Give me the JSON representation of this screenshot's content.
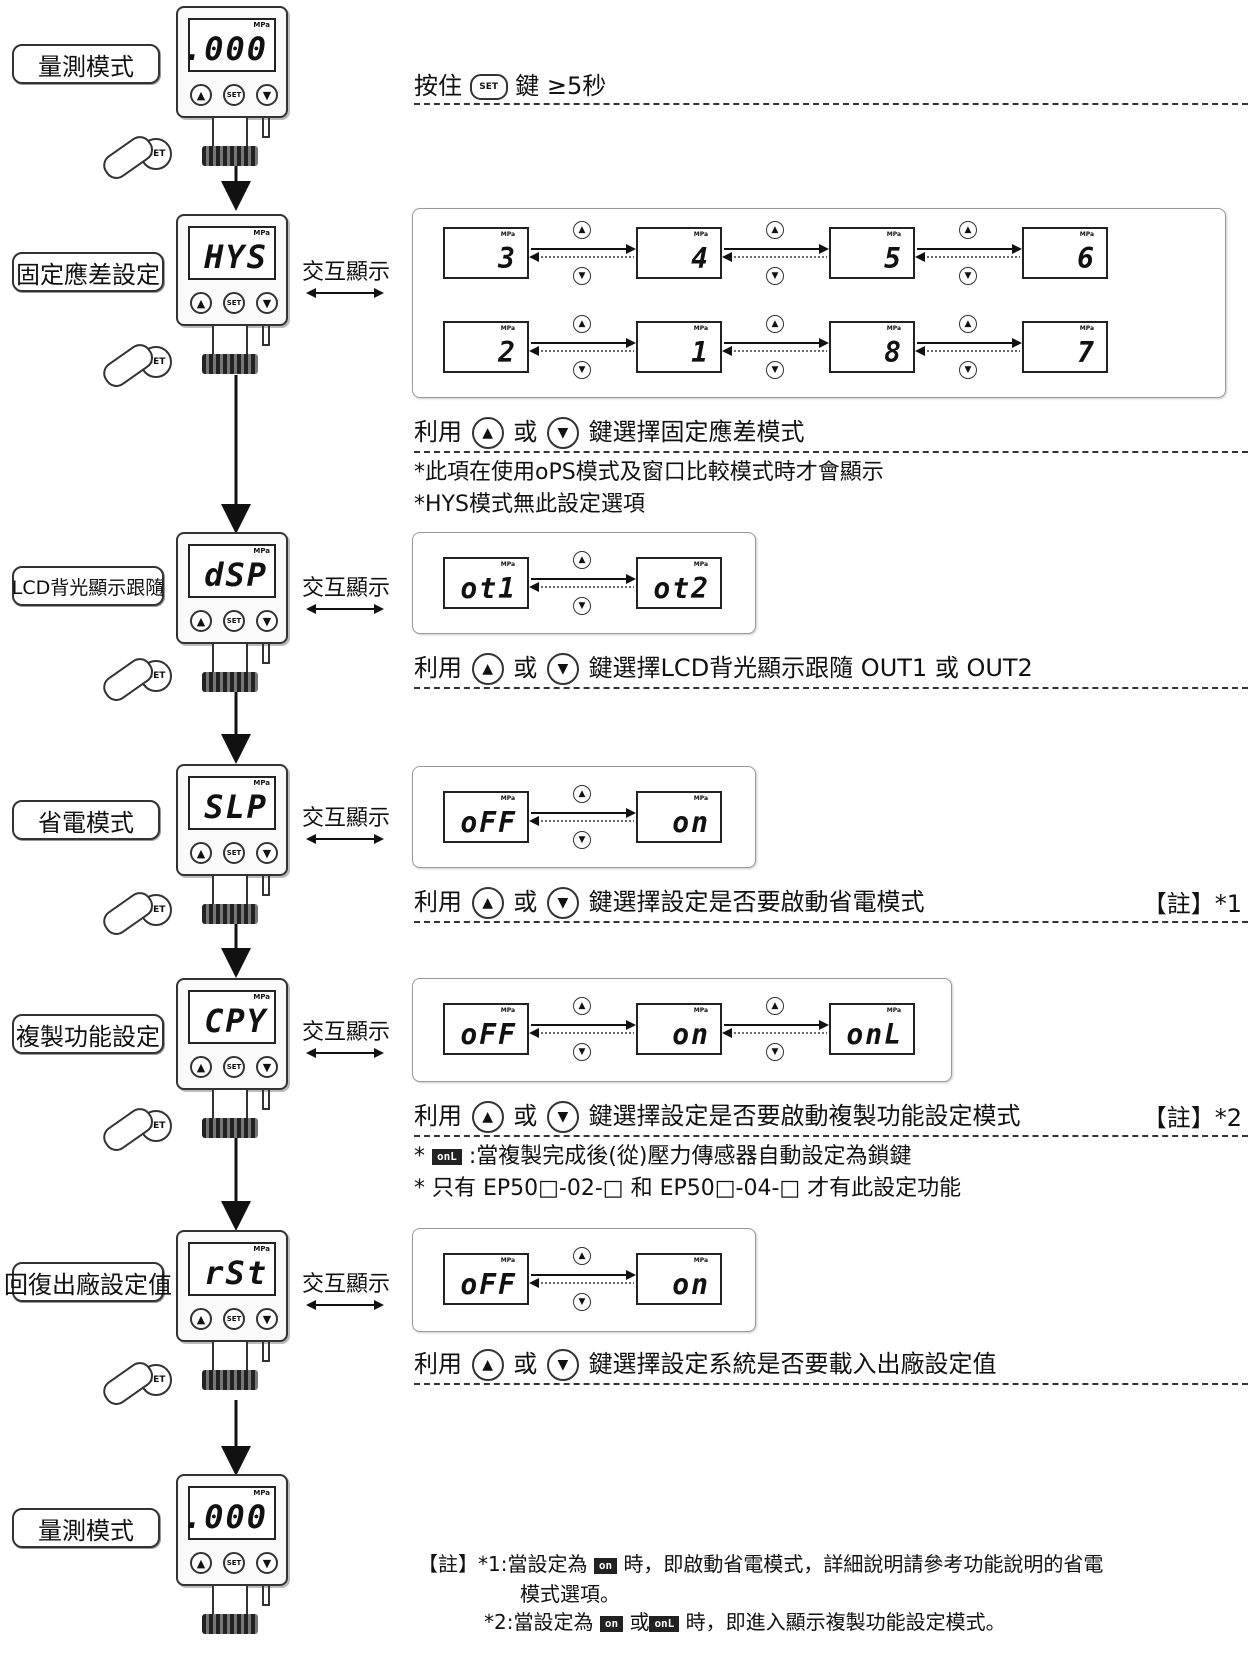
{
  "unit": "MPa",
  "keys": {
    "up": "▲",
    "down": "▼",
    "set": "SET"
  },
  "steps": [
    {
      "label": "量測模式",
      "display": ".000"
    },
    {
      "label": "固定應差設定",
      "display": "HYS",
      "alt": "交互顯示"
    },
    {
      "label": "LCD背光顯示跟隨",
      "display": "dSP",
      "alt": "交互顯示"
    },
    {
      "label": "省電模式",
      "display": "SLP",
      "alt": "交互顯示"
    },
    {
      "label": "複製功能設定",
      "display": "CPY",
      "alt": "交互顯示"
    },
    {
      "label": "回復出廠設定值",
      "display": "rSt",
      "alt": "交互顯示"
    },
    {
      "label": "量測模式",
      "display": ".000"
    }
  ],
  "panels": {
    "hys_row1": [
      "3",
      "4",
      "5",
      "6"
    ],
    "hys_row2": [
      "2",
      "1",
      "8",
      "7"
    ],
    "dsp": [
      "ot1",
      "ot2"
    ],
    "slp": [
      "oFF",
      "on"
    ],
    "cpy": [
      "oFF",
      "on",
      "onL"
    ],
    "rst": [
      "oFF",
      "on"
    ]
  },
  "notes": {
    "n0_pre": "按住",
    "n0_post": "鍵 ≥5秒",
    "use": "利用",
    "or": "或",
    "n1_post": "鍵選擇固定應差模式",
    "n1_sub1": "*此項在使用oPS模式及窗口比較模式時才會顯示",
    "n1_sub2": "*HYS模式無此設定選項",
    "n2_post": "鍵選擇LCD背光顯示跟隨 OUT1 或 OUT2",
    "n3_post": "鍵選擇設定是否要啟動省電模式",
    "n3_ref": "【註】*1",
    "n4_post": "鍵選擇設定是否要啟動複製功能設定模式",
    "n4_ref": "【註】*2",
    "n4_sub1_star": "*",
    "n4_sub1_tag": "onL",
    "n4_sub1": ":當複製完成後(從)壓力傳感器自動設定為鎖鍵",
    "n4_sub2": "* 只有 EP50□-02-□ 和 EP50□-04-□ 才有此設定功能",
    "n5_post": "鍵選擇設定系統是否要載入出廠設定值"
  },
  "footer": {
    "head": "【註】*1:當設定為",
    "tag_on": "on",
    "tag_onl": "onL",
    "line1_post": "時，即啟動省電模式，詳細說明請參考功能說明的省電",
    "line2": "模式選項。",
    "line3_pre": "*2:當設定為",
    "line3_mid": "或",
    "line3_post": "時，即進入顯示複製功能設定模式。"
  }
}
